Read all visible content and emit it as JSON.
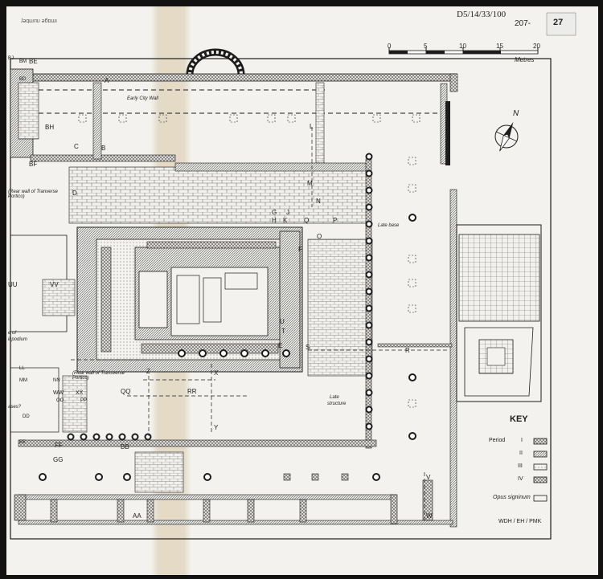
{
  "header": {
    "reference": "D5/14/33/100",
    "number": "207-",
    "sheet_number": "27",
    "mirror_text": "ɿɘdmun ɘϱɒmi"
  },
  "scale": {
    "ticks": [
      "0",
      "5",
      "10",
      "15",
      "20"
    ],
    "unit": "Metres"
  },
  "compass": {
    "north": "N"
  },
  "notes": {
    "early_city_wall": "Early City Wall",
    "rear_wall_transverse": "(Rear wall of Tranverse Portico)",
    "rear_wall_transverse_2": "(Rear wall of Transverse Portico)",
    "late_base": "Late base",
    "late_structure_1": "Late",
    "late_structure_2": "structure",
    "podium_1": "e of",
    "podium_2": "il podium",
    "fragment": "ases?"
  },
  "labels": {
    "A": "A",
    "B": "B",
    "C": "C",
    "D": "D",
    "E": "E",
    "F": "F",
    "G": "G",
    "H": "H",
    "J": "J",
    "K": "K",
    "L": "L",
    "M": "M",
    "N": "N",
    "O": "O",
    "P": "P",
    "Q": "Q",
    "R": "R",
    "S": "S",
    "T": "T",
    "U": "U",
    "V": "V",
    "W": "W",
    "X": "X",
    "Y": "Y",
    "Z": "Z",
    "AA": "AA",
    "BB": "BB",
    "BE": "BE",
    "BF": "BF",
    "BH": "BH",
    "BJ": "BJ",
    "BM": "BM",
    "BD": "BD",
    "FF": "FF",
    "GG": "GG",
    "EE": "EE",
    "DD": "DD",
    "QQ": "QQ",
    "RR": "RR",
    "WW": "WW",
    "XX": "XX",
    "VV": "VV",
    "UU": "UU",
    "LL": "LL",
    "MM": "MM",
    "NN": "NN",
    "OO": "OO",
    "PP": "PP"
  },
  "key": {
    "title": "KEY",
    "items": [
      {
        "label": "Period",
        "numeral": "I",
        "pattern": "solid"
      },
      {
        "label": "",
        "numeral": "II",
        "pattern": "dense"
      },
      {
        "label": "",
        "numeral": "III",
        "pattern": "light"
      },
      {
        "label": "",
        "numeral": "IV",
        "pattern": "cross"
      },
      {
        "label": "Opus signinum",
        "numeral": "",
        "pattern": "opus"
      }
    ]
  },
  "credit": "WDH / EH / PMK",
  "colors": {
    "ink": "#1c1c1c",
    "paper": "#f3f2ee",
    "tape": "#d6c7a8",
    "background": "#121212"
  }
}
